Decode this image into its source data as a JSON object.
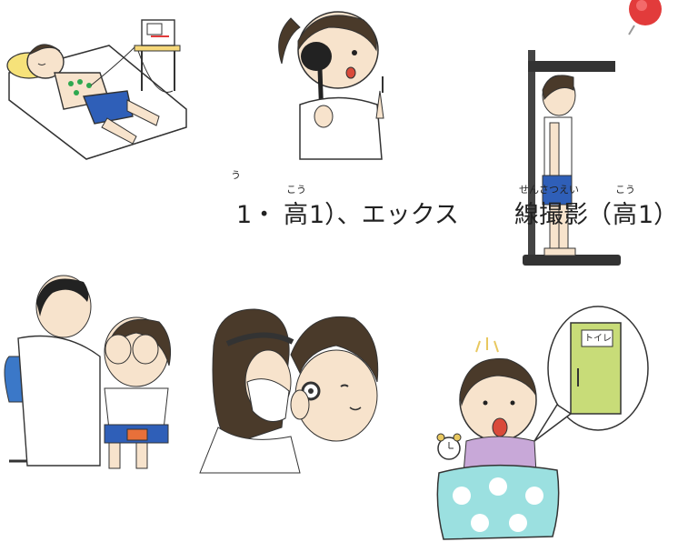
{
  "caption": {
    "pre_ruby": "う",
    "text_1": "1・",
    "kanji_high_1": "高",
    "ruby_high_1": "こう",
    "text_2": "1）、エックス",
    "kanji_xray": "線撮影",
    "ruby_xray": "せんさつえい",
    "text_3": "（",
    "kanji_high_2": "高",
    "ruby_high_2": "こう",
    "text_4": "1）"
  },
  "illustrations": {
    "toilet_sign": "トイレ"
  },
  "colors": {
    "shorts_blue": "#2f5fb8",
    "skin": "#f7e3cc",
    "hair": "#4a3a2a",
    "door_green": "#c8dc78",
    "blanket_blue": "#9be0e0",
    "shirt_purple": "#c8a8d8",
    "pin_red": "#e23b3b"
  }
}
